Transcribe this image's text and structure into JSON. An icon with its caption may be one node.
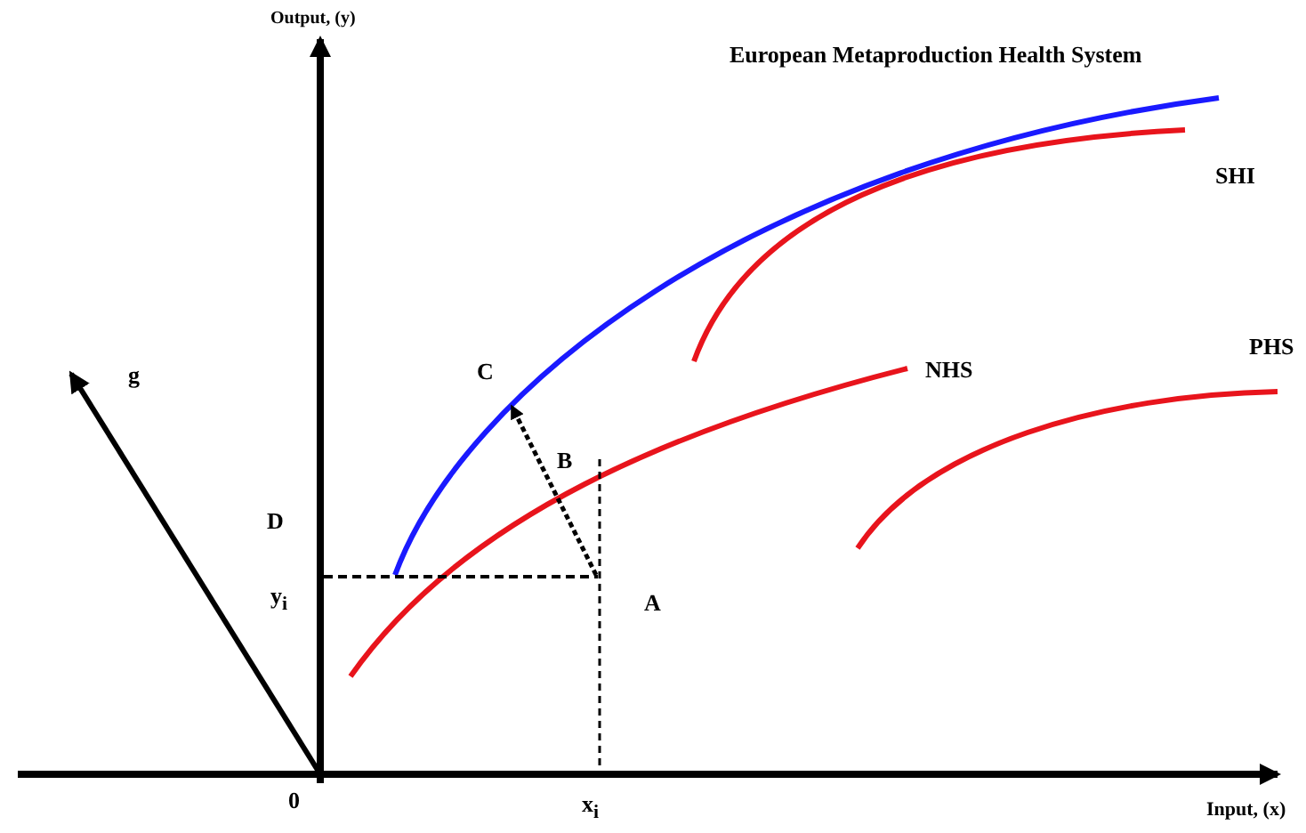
{
  "diagram": {
    "title": "European Metaproduction Health System",
    "labels": [
      "Output, (y)",
      "SHI",
      "C",
      "NHS",
      "PHS",
      "g",
      "B",
      "D",
      "y$_{i}$",
      "A",
      "0",
      "x$_{i}$",
      "Input, (x)"
    ]
  }
}
